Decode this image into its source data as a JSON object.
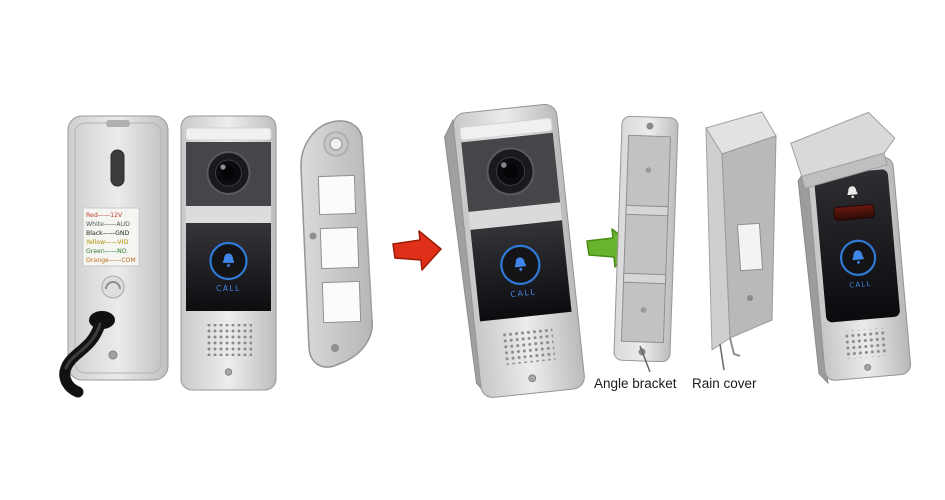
{
  "labels": {
    "angle_bracket": "Angle bracket",
    "rain_cover": "Rain cover"
  },
  "call_button": {
    "label": "CALL"
  },
  "wiring_sticker": {
    "lines": [
      "Red——12V",
      "White——AUD",
      "Black——GND",
      "Yellow——VID",
      "Green——NO",
      "Orange——COM"
    ]
  },
  "colors": {
    "arrow_red": "#e0301a",
    "arrow_green": "#69b42c",
    "button_ring_blue": "#2f7ad6",
    "bell_blue": "#3f86e8",
    "body_silver": "#cccccc",
    "panel_black": "#121214"
  }
}
